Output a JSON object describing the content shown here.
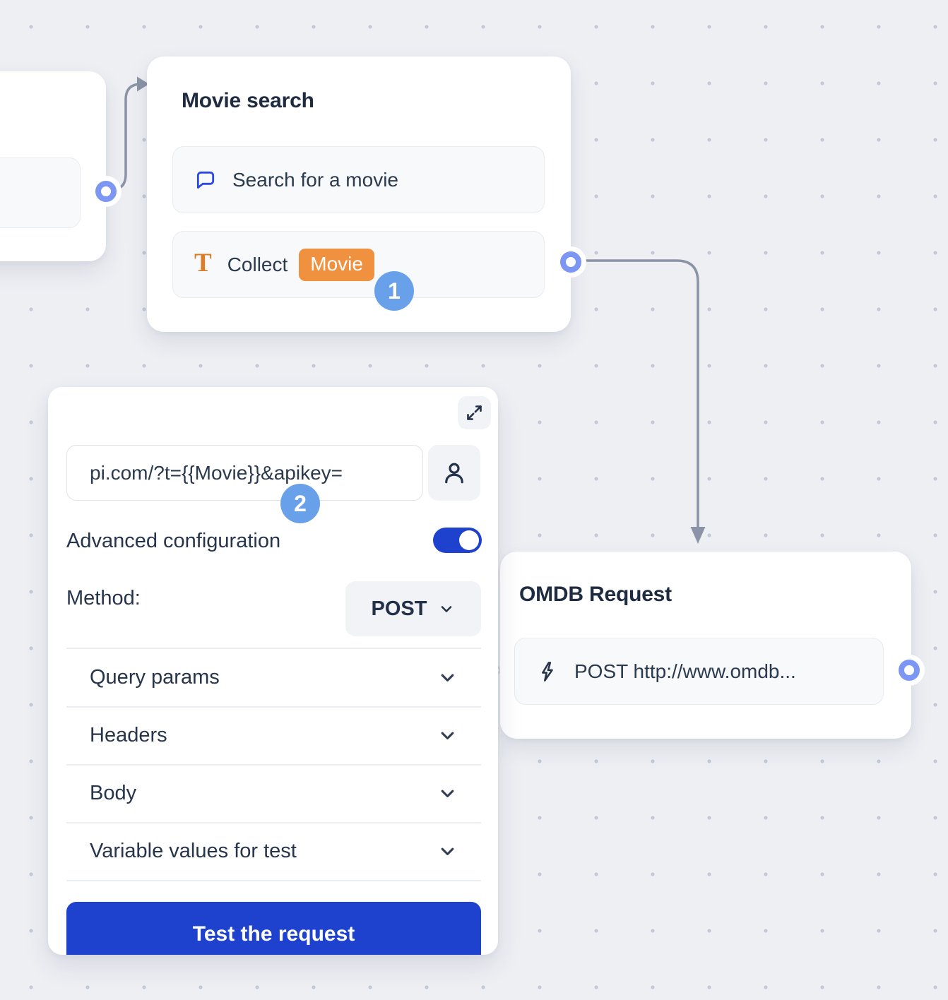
{
  "colors": {
    "accent_blue": "#1e42cd",
    "step_badge_blue": "#68a1e9",
    "variable_orange": "#f0913f",
    "text_icon_orange": "#d97e2b",
    "chat_icon_blue": "#2b49e8",
    "connector_gray": "#8b94a6",
    "port_ring_blue": "#7c97f3",
    "canvas_background": "#edeff3"
  },
  "nodes": {
    "movie_search": {
      "title": "Movie search",
      "step_badge": "1",
      "items": [
        {
          "icon": "chat-bubble-icon",
          "label": "Search for a movie"
        },
        {
          "icon": "text-variable-icon",
          "label": "Collect",
          "variable": "Movie"
        }
      ]
    },
    "omdb_request": {
      "title": "OMDB Request",
      "items": [
        {
          "icon": "lightning-icon",
          "label": "POST http://www.omdb..."
        }
      ]
    }
  },
  "panel": {
    "step_badge": "2",
    "url_input": {
      "value": "pi.com/?t={{Movie}}&apikey="
    },
    "advanced_configuration": {
      "label": "Advanced configuration",
      "enabled": true
    },
    "method": {
      "label": "Method:",
      "value": "POST"
    },
    "sections": [
      {
        "label": "Query params"
      },
      {
        "label": "Headers"
      },
      {
        "label": "Body"
      },
      {
        "label": "Variable values for test"
      }
    ],
    "test_button": "Test the request"
  }
}
